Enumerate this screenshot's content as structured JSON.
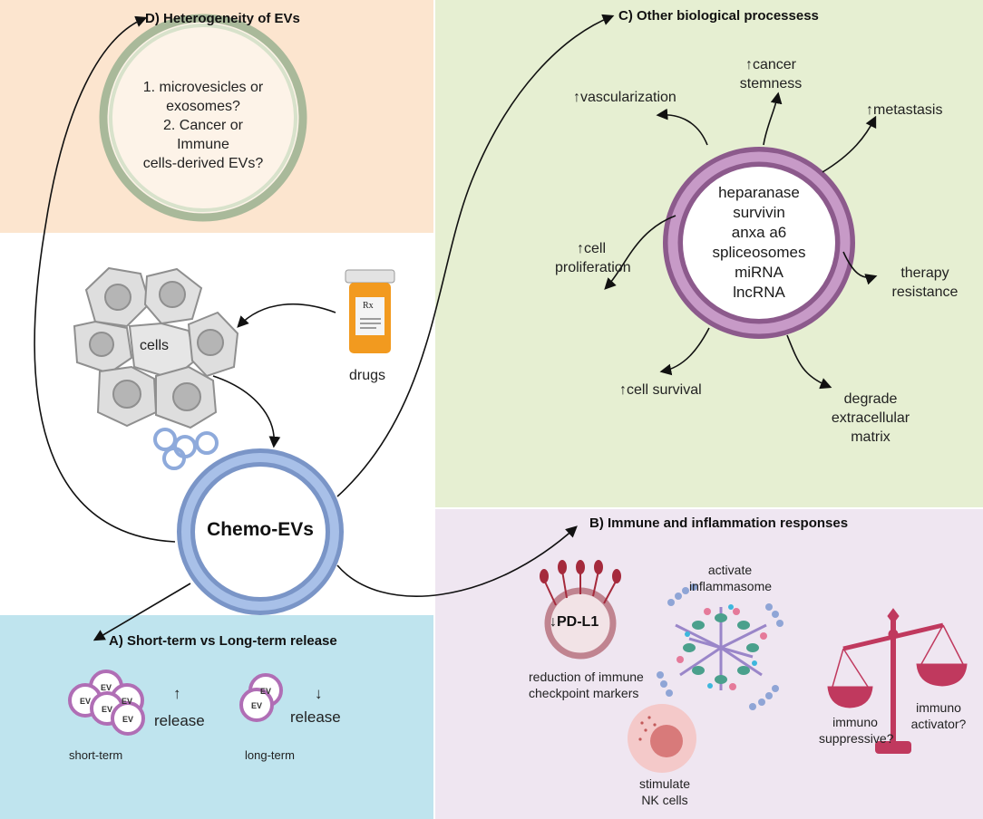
{
  "panels": {
    "d": {
      "title": "D) Heterogeneity of EVs",
      "question_lines": [
        "1. microvesicles or",
        "exosomes?",
        "2. Cancer or",
        "Immune",
        "cells-derived EVs?"
      ]
    },
    "c": {
      "title": "C) Other biological processess",
      "molecules": [
        "heparanase",
        "survivin",
        "anxa a6",
        "spliceosomes",
        "miRNA",
        "lncRNA"
      ],
      "vascularization": "↑vascularization",
      "stemness": [
        "↑cancer",
        "stemness"
      ],
      "metastasis": "↑metastasis",
      "proliferation": [
        "↑cell",
        "proliferation"
      ],
      "therapy": [
        "therapy",
        "resistance"
      ],
      "survival": "↑cell survival",
      "degrade": [
        "degrade",
        "extracellular",
        "matrix"
      ]
    },
    "b": {
      "title": "B) Immune and inflammation responses",
      "pdl1": "↓PD-L1",
      "inflammasome": [
        "activate",
        "inflammasome"
      ],
      "checkpoint": [
        "reduction of immune",
        "checkpoint markers"
      ],
      "nk": [
        "stimulate",
        "NK cells"
      ],
      "suppressive": [
        "immuno",
        "suppressive?"
      ],
      "activator": [
        "immuno",
        "activator?"
      ]
    },
    "a": {
      "title": "A) Short-term vs Long-term release",
      "ev_tag": "EV",
      "short_arrow": "↑",
      "short_release": "release",
      "short_label": "short-term",
      "long_arrow": "↓",
      "long_release": "release",
      "long_label": "long-term"
    }
  },
  "center": {
    "cells_label": "cells",
    "drugs_label": "drugs",
    "rx_label": "Rx",
    "chemo_label": "Chemo-EVs"
  },
  "colors": {
    "panel_d": "#fce5cf",
    "panel_c": "#e6efd2",
    "panel_b": "#efe6f1",
    "panel_a": "#bfe4ee",
    "ev_blue": "#8eaadb",
    "purple_ring": "#9b5e9b",
    "pink_ring": "#c46d9c",
    "scale": "#c0395e"
  }
}
